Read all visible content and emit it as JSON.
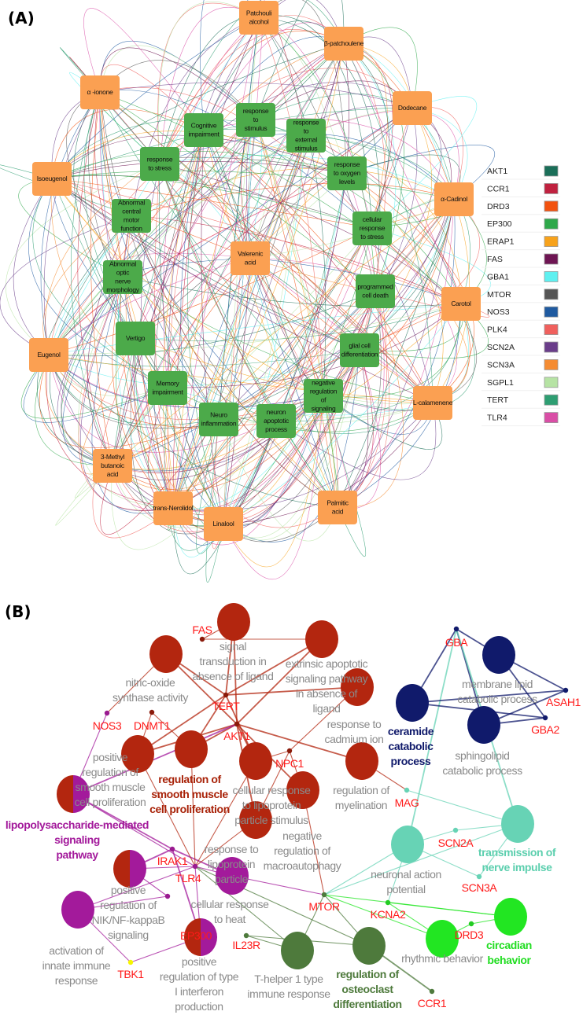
{
  "panel_a": {
    "label": "(A)",
    "compounds": [
      {
        "label": [
          "Patchouli",
          "alcohol"
        ]
      },
      {
        "label": [
          "β-patchoulene"
        ]
      },
      {
        "label": [
          "α -ionone"
        ]
      },
      {
        "label": [
          "Dodecane"
        ]
      },
      {
        "label": [
          "Isoeugenol"
        ]
      },
      {
        "label": [
          "α-Cadinol"
        ]
      },
      {
        "label": [
          "Valerenic",
          "acid"
        ]
      },
      {
        "label": [
          "Carotol"
        ]
      },
      {
        "label": [
          "Eugenol"
        ]
      },
      {
        "label": [
          "L-calamenene"
        ]
      },
      {
        "label": [
          "3-Methyl",
          "butanoic",
          "acid"
        ]
      },
      {
        "label": [
          "trans-Nerolidol"
        ]
      },
      {
        "label": [
          "Linalool"
        ]
      },
      {
        "label": [
          "Palmitic",
          "acid"
        ]
      }
    ],
    "terms": [
      {
        "label": [
          "response",
          "to",
          "stimulus"
        ]
      },
      {
        "label": [
          "Cognitive",
          "impairment"
        ]
      },
      {
        "label": [
          "response",
          "to",
          "external",
          "stimulus"
        ]
      },
      {
        "label": [
          "response",
          "to stress"
        ]
      },
      {
        "label": [
          "response",
          "to oxygen",
          "levels"
        ]
      },
      {
        "label": [
          "Abnormal",
          "central",
          "motor",
          "function"
        ]
      },
      {
        "label": [
          "cellular",
          "response",
          "to stress"
        ]
      },
      {
        "label": [
          "Abnormal",
          "optic",
          "nerve",
          "morphology"
        ]
      },
      {
        "label": [
          "programmed",
          "cell death"
        ]
      },
      {
        "label": [
          "Vertigo"
        ]
      },
      {
        "label": [
          "glial cell",
          "differentiation"
        ]
      },
      {
        "label": [
          "Memory",
          "impairment"
        ]
      },
      {
        "label": [
          "negative",
          "regulation",
          "of",
          "signaling"
        ]
      },
      {
        "label": [
          "Neuro",
          "inflammation"
        ]
      },
      {
        "label": [
          "neuron",
          "apoptotic",
          "process"
        ]
      }
    ],
    "compound_color": "#fba052",
    "term_color": "#4caa4a",
    "legend": [
      {
        "gene": "AKT1",
        "color": "#1a6e58"
      },
      {
        "gene": "CCR1",
        "color": "#c0213f"
      },
      {
        "gene": "DRD3",
        "color": "#f2520f"
      },
      {
        "gene": "EP300",
        "color": "#2ea84a"
      },
      {
        "gene": "ERAP1",
        "color": "#f7a21b"
      },
      {
        "gene": "FAS",
        "color": "#6e1553"
      },
      {
        "gene": "GBA1",
        "color": "#5ef0f0"
      },
      {
        "gene": "MTOR",
        "color": "#555555"
      },
      {
        "gene": "NOS3",
        "color": "#1f5aa0"
      },
      {
        "gene": "PLK4",
        "color": "#f0605d"
      },
      {
        "gene": "SCN2A",
        "color": "#6a3d8a"
      },
      {
        "gene": "SCN3A",
        "color": "#f58c32"
      },
      {
        "gene": "SGPL1",
        "color": "#b6e3a4"
      },
      {
        "gene": "TERT",
        "color": "#2e9e72"
      },
      {
        "gene": "TLR4",
        "color": "#d94ea6"
      }
    ]
  },
  "panel_b": {
    "label": "(B)",
    "cluster_colors": {
      "red": "#b3260f",
      "purple": "#a31a9b",
      "navy": "#101a6b",
      "teal": "#67d3b5",
      "green": "#22e622",
      "darkgreen": "#4e7a3c"
    },
    "gene_color": "#ff1a1a",
    "terms": [
      {
        "id": "signal",
        "cluster": "red",
        "label": [
          "signal",
          "transduction in",
          "absence of ligand"
        ],
        "bold": false
      },
      {
        "id": "extrinsic",
        "cluster": "red",
        "label": [
          "extrinsic apoptotic",
          "signaling pathway",
          "in absence of",
          "ligand"
        ],
        "bold": false
      },
      {
        "id": "nitric",
        "cluster": "red",
        "label": [
          "nitric-oxide",
          "synthase activity"
        ],
        "bold": false
      },
      {
        "id": "cadmium",
        "cluster": "red",
        "label": [
          "response to",
          "cadmium ion"
        ],
        "bold": false
      },
      {
        "id": "posSmooth",
        "cluster": "red",
        "label": [
          "positive",
          "regulation of",
          "smooth muscle",
          "cell proliferation"
        ],
        "bold": false
      },
      {
        "id": "regSmooth",
        "cluster": "red",
        "label": [
          "regulation of",
          "smooth muscle",
          "cell proliferation"
        ],
        "bold": true
      },
      {
        "id": "cellLipo",
        "cluster": "red",
        "label": [
          "cellular response",
          "to lipoprotein",
          "particle stimulus"
        ],
        "bold": false
      },
      {
        "id": "negMacro",
        "cluster": "red",
        "label": [
          "negative",
          "regulation of",
          "macroautophagy"
        ],
        "bold": false
      },
      {
        "id": "respLipo",
        "cluster": "red",
        "label": [
          "response to",
          "lipoprotein",
          "particle"
        ],
        "bold": false
      },
      {
        "id": "myelin",
        "cluster": "red",
        "label": [
          "regulation of",
          "myelination"
        ],
        "bold": false
      },
      {
        "id": "lps",
        "cluster": "purple",
        "split": "red",
        "label": [
          "lipopolysaccharide-mediated",
          "signaling",
          "pathway"
        ],
        "bold": true
      },
      {
        "id": "nik",
        "cluster": "purple",
        "split": "red",
        "label": [
          "positive",
          "regulation of",
          "NIK/NF-kappaB",
          "signaling"
        ],
        "bold": false
      },
      {
        "id": "heat",
        "cluster": "purple",
        "label": [
          "cellular response",
          "to heat"
        ],
        "bold": false
      },
      {
        "id": "innate",
        "cluster": "purple",
        "label": [
          "activation of",
          "innate immune",
          "response"
        ],
        "bold": false
      },
      {
        "id": "interferon",
        "cluster": "purple",
        "split": "red",
        "label": [
          "positive",
          "regulation of type",
          "I interferon",
          "production"
        ],
        "bold": false
      },
      {
        "id": "membrane",
        "cluster": "navy",
        "label": [
          "membrane lipid",
          "catabolic process"
        ],
        "bold": false
      },
      {
        "id": "ceramide",
        "cluster": "navy",
        "label": [
          "ceramide",
          "catabolic",
          "process"
        ],
        "bold": true
      },
      {
        "id": "sphingo",
        "cluster": "navy",
        "label": [
          "sphingolipid",
          "catabolic process"
        ],
        "bold": false
      },
      {
        "id": "neuronal",
        "cluster": "teal",
        "label": [
          "neuronal action",
          "potential"
        ],
        "bold": false
      },
      {
        "id": "transmission",
        "cluster": "teal",
        "label": [
          "transmission of",
          "nerve impulse"
        ],
        "bold": true
      },
      {
        "id": "circadian",
        "cluster": "green",
        "label": [
          "circadian",
          "behavior"
        ],
        "bold": true
      },
      {
        "id": "rhythmic",
        "cluster": "green",
        "label": [
          "rhythmic behavior"
        ],
        "bold": false
      },
      {
        "id": "thelper",
        "cluster": "darkgreen",
        "label": [
          "T-helper 1 type",
          "immune response"
        ],
        "bold": false
      },
      {
        "id": "osteoclast",
        "cluster": "darkgreen",
        "label": [
          "regulation of",
          "osteoclast",
          "differentiation"
        ],
        "bold": true
      }
    ],
    "genes": [
      {
        "id": "FAS",
        "label": "FAS"
      },
      {
        "id": "TERT",
        "label": "TERT"
      },
      {
        "id": "AKT1",
        "label": "AKT1"
      },
      {
        "id": "NOS3",
        "label": "NOS3"
      },
      {
        "id": "DNMT1",
        "label": "DNMT1"
      },
      {
        "id": "NPC1",
        "label": "NPC1"
      },
      {
        "id": "MAG",
        "label": "MAG"
      },
      {
        "id": "IRAK1",
        "label": "IRAK1"
      },
      {
        "id": "TLR4",
        "label": "TLR4"
      },
      {
        "id": "EP300",
        "label": "EP300"
      },
      {
        "id": "MTOR",
        "label": "MTOR"
      },
      {
        "id": "KCNA2",
        "label": "KCNA2"
      },
      {
        "id": "DRD3",
        "label": "DRD3"
      },
      {
        "id": "IL23R",
        "label": "IL23R"
      },
      {
        "id": "CCR1",
        "label": "CCR1"
      },
      {
        "id": "TBK1",
        "label": "TBK1"
      },
      {
        "id": "SCN2A",
        "label": "SCN2A"
      },
      {
        "id": "SCN3A",
        "label": "SCN3A"
      },
      {
        "id": "GBA",
        "label": "GBA"
      },
      {
        "id": "ASAH1",
        "label": "ASAH1"
      },
      {
        "id": "GBA2",
        "label": "GBA2"
      }
    ],
    "edges": [
      [
        "FAS",
        "signal"
      ],
      [
        "FAS",
        "extrinsic"
      ],
      [
        "TERT",
        "nitric"
      ],
      [
        "TERT",
        "signal"
      ],
      [
        "TERT",
        "extrinsic"
      ],
      [
        "TERT",
        "cadmium"
      ],
      [
        "TERT",
        "posSmooth"
      ],
      [
        "TERT",
        "regSmooth"
      ],
      [
        "TERT",
        "cellLipo"
      ],
      [
        "AKT1",
        "nitric"
      ],
      [
        "AKT1",
        "signal"
      ],
      [
        "AKT1",
        "extrinsic"
      ],
      [
        "AKT1",
        "posSmooth"
      ],
      [
        "AKT1",
        "regSmooth"
      ],
      [
        "AKT1",
        "cellLipo"
      ],
      [
        "AKT1",
        "respLipo"
      ],
      [
        "AKT1",
        "myelin"
      ],
      [
        "AKT1",
        "negMacro"
      ],
      [
        "AKT1",
        "lps"
      ],
      [
        "NOS3",
        "nitric"
      ],
      [
        "NOS3",
        "lps"
      ],
      [
        "DNMT1",
        "posSmooth"
      ],
      [
        "DNMT1",
        "regSmooth"
      ],
      [
        "NPC1",
        "cellLipo"
      ],
      [
        "NPC1",
        "negMacro"
      ],
      [
        "NPC1",
        "respLipo"
      ],
      [
        "NPC1",
        "cadmium"
      ],
      [
        "MAG",
        "myelin"
      ],
      [
        "MAG",
        "transmission"
      ],
      [
        "IRAK1",
        "lps"
      ],
      [
        "IRAK1",
        "nik"
      ],
      [
        "IRAK1",
        "interferon"
      ],
      [
        "IRAK1",
        "heat"
      ],
      [
        "TLR4",
        "lps"
      ],
      [
        "TLR4",
        "nik"
      ],
      [
        "TLR4",
        "heat"
      ],
      [
        "TLR4",
        "innate"
      ],
      [
        "TLR4",
        "interferon"
      ],
      [
        "TLR4",
        "posSmooth"
      ],
      [
        "TLR4",
        "regSmooth"
      ],
      [
        "TLR4",
        "cellLipo"
      ],
      [
        "TLR4",
        "respLipo"
      ],
      [
        "TLR4",
        "thelper"
      ],
      [
        "TLR4",
        "osteoclast"
      ],
      [
        "EP300",
        "nik"
      ],
      [
        "EP300",
        "innate"
      ],
      [
        "MTOR",
        "heat"
      ],
      [
        "MTOR",
        "negMacro"
      ],
      [
        "MTOR",
        "thelper"
      ],
      [
        "MTOR",
        "osteoclast"
      ],
      [
        "MTOR",
        "neuronal"
      ],
      [
        "MTOR",
        "transmission"
      ],
      [
        "MTOR",
        "circadian"
      ],
      [
        "MTOR",
        "rhythmic"
      ],
      [
        "KCNA2",
        "neuronal"
      ],
      [
        "KCNA2",
        "circadian"
      ],
      [
        "KCNA2",
        "rhythmic"
      ],
      [
        "DRD3",
        "circadian"
      ],
      [
        "DRD3",
        "rhythmic"
      ],
      [
        "IL23R",
        "thelper"
      ],
      [
        "IL23R",
        "osteoclast"
      ],
      [
        "CCR1",
        "osteoclast"
      ],
      [
        "TBK1",
        "innate"
      ],
      [
        "TBK1",
        "interferon"
      ],
      [
        "SCN2A",
        "neuronal"
      ],
      [
        "SCN2A",
        "transmission"
      ],
      [
        "SCN3A",
        "neuronal"
      ],
      [
        "SCN3A",
        "transmission"
      ],
      [
        "GBA",
        "membrane"
      ],
      [
        "GBA",
        "ceramide"
      ],
      [
        "GBA",
        "sphingo"
      ],
      [
        "GBA",
        "neuronal"
      ],
      [
        "GBA",
        "transmission"
      ],
      [
        "ASAH1",
        "membrane"
      ],
      [
        "ASAH1",
        "ceramide"
      ],
      [
        "ASAH1",
        "sphingo"
      ],
      [
        "GBA2",
        "membrane"
      ],
      [
        "GBA2",
        "ceramide"
      ],
      [
        "GBA2",
        "sphingo"
      ]
    ]
  }
}
